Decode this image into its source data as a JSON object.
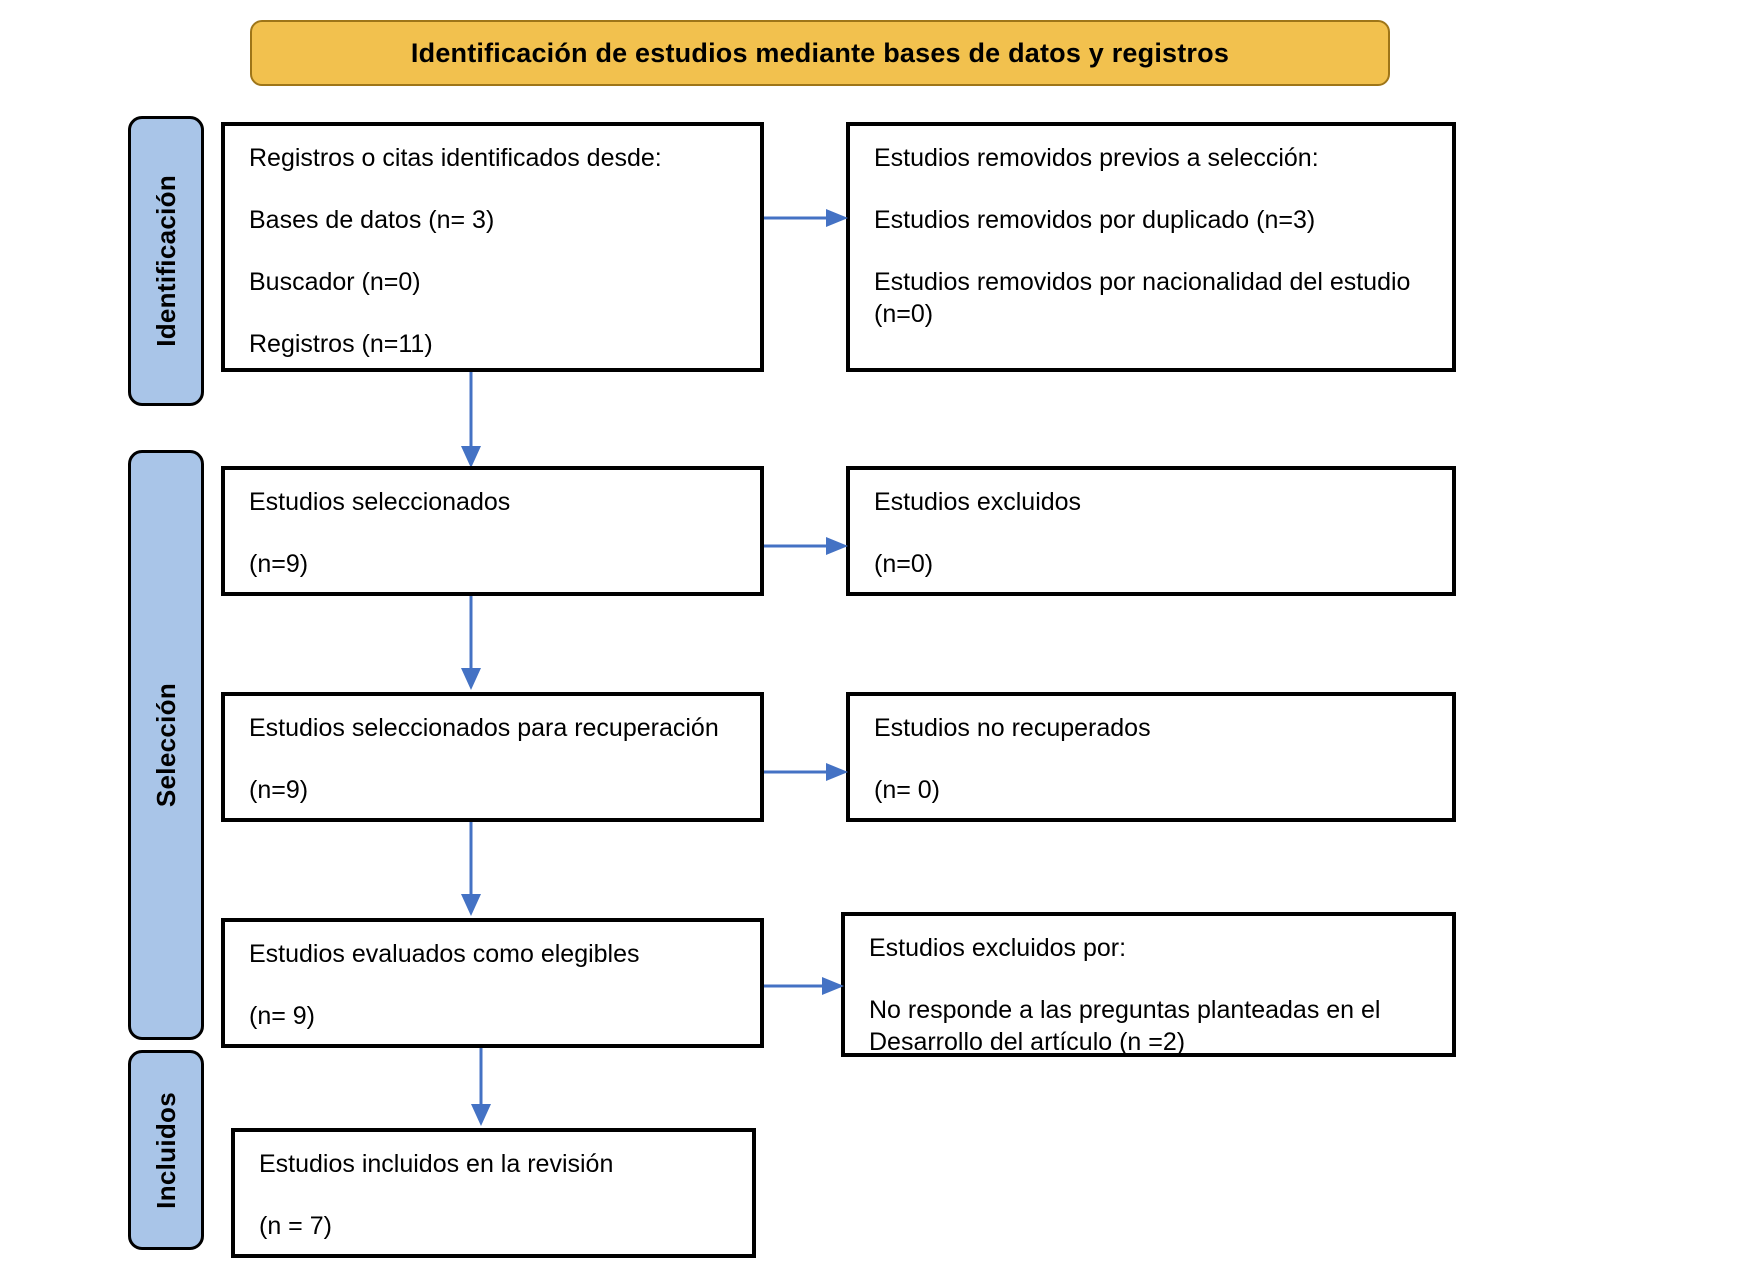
{
  "banner": {
    "title": "Identificación de estudios mediante bases de datos y registros",
    "fill": "#F2C14E",
    "border": "#9E7518"
  },
  "stages": [
    {
      "label": "Identificación"
    },
    {
      "label": "Selección"
    },
    {
      "label": "Incluidos"
    }
  ],
  "stage_style": {
    "fill": "#A9C5E8",
    "border": "#000000"
  },
  "arrow_color": "#4472C4",
  "boxes": {
    "identified": {
      "lines": [
        "Registros o citas identificados desde:",
        "Bases de datos (n= 3)",
        "Buscador (n=0)",
        "Registros (n=11)"
      ]
    },
    "removed": {
      "lines": [
        "Estudios removidos previos a selección:",
        "Estudios removidos por duplicado (n=3)",
        "Estudios removidos por nacionalidad del estudio (n=0)"
      ]
    },
    "screened": {
      "lines": [
        "Estudios seleccionados",
        "(n=9)"
      ]
    },
    "excluded": {
      "lines": [
        "Estudios excluidos",
        "(n=0)"
      ]
    },
    "sought": {
      "lines": [
        "Estudios seleccionados para recuperación",
        "(n=9)"
      ]
    },
    "not_retrieved": {
      "lines": [
        "Estudios no recuperados",
        "(n= 0)"
      ]
    },
    "eligible": {
      "lines": [
        "Estudios evaluados como elegibles",
        "(n= 9)"
      ]
    },
    "excluded_reasons": {
      "lines": [
        "Estudios excluidos por:",
        "No responde a las preguntas planteadas en el Desarrollo del artículo (n =2)"
      ]
    },
    "included": {
      "lines": [
        "Estudios incluidos en la revisión",
        "(n = 7)"
      ]
    }
  }
}
